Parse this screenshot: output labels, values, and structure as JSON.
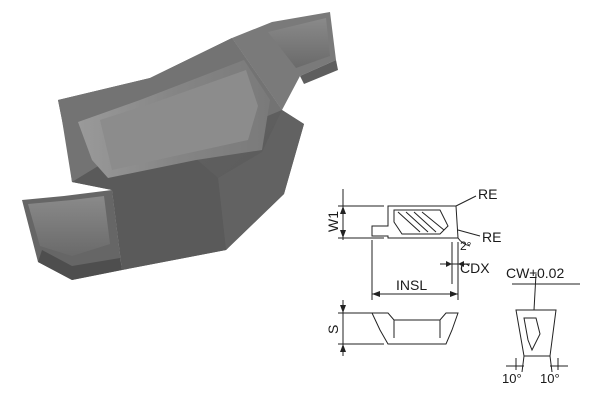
{
  "labels": {
    "re_top": "RE",
    "re_bottom": "RE",
    "w1": "W1",
    "angle_2": "2°",
    "cdx": "CDX",
    "insl": "INSL",
    "s": "S",
    "cw": "CW±0.02",
    "angle_left": "10°",
    "angle_right": "10°"
  },
  "colors": {
    "insert_face": "#6f6f6f",
    "insert_side": "#5c5c5c",
    "insert_dark": "#4a4a4a",
    "insert_light": "#8f8f8f",
    "line": "#222222"
  }
}
